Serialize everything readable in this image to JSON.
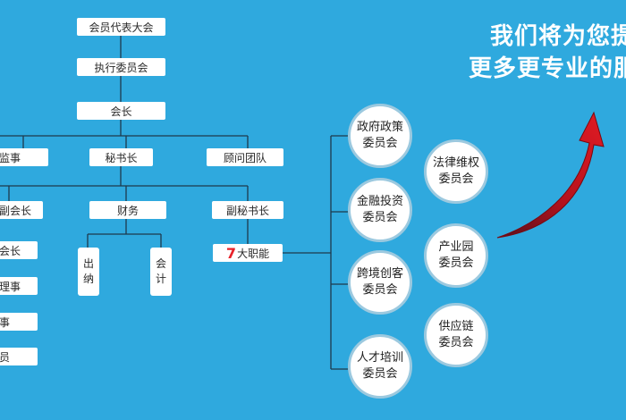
{
  "org_chart": {
    "assembly": "会员代表大会",
    "executive_committee": "执行委员会",
    "president": "会长",
    "supervisor": "监事",
    "secretary_general": "秘书长",
    "advisors": "顾问团队",
    "vice_president": "副会长",
    "finance": "财务",
    "deputy_secretary": "副秘书长",
    "functions_number": "7",
    "functions_text": "大职能",
    "cashier": [
      "出",
      "纳"
    ],
    "accountant": [
      "会",
      "计"
    ],
    "left_column": [
      "会长",
      "理事",
      "事",
      "员"
    ]
  },
  "committees": [
    {
      "line1": "政府政策",
      "line2": "委员会"
    },
    {
      "line1": "法律维权",
      "line2": "委员会"
    },
    {
      "line1": "金融投资",
      "line2": "委员会"
    },
    {
      "line1": "产业园",
      "line2": "委员会"
    },
    {
      "line1": "跨境创客",
      "line2": "委员会"
    },
    {
      "line1": "供应链",
      "line2": "委员会"
    },
    {
      "line1": "人才培训",
      "line2": "委员会"
    }
  ],
  "slogan": {
    "line1": "我们将为您提",
    "line2": "更多更专业的服"
  },
  "colors": {
    "background": "#2fa9de",
    "accent_red": "#e8222a",
    "arrow_dark": "#8e0a12",
    "connector": "#1e3a4c"
  },
  "icons": [
    "red-curved-arrow-icon"
  ]
}
